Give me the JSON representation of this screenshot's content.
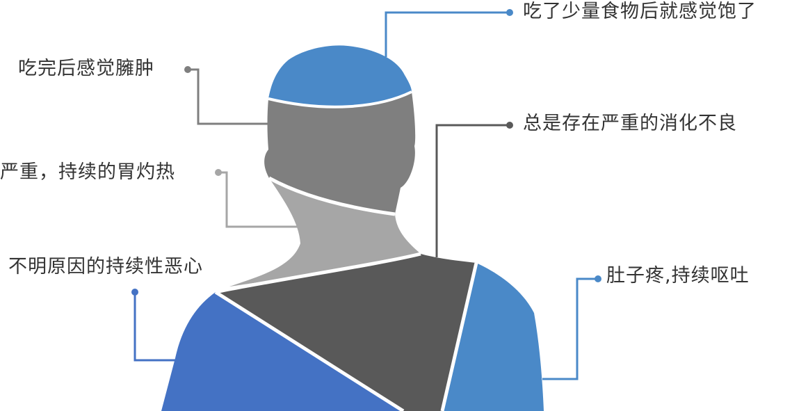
{
  "colors": {
    "cap": "#4a89c8",
    "head": "#7f7f7f",
    "neck": "#a6a6a6",
    "back": "#595959",
    "left_shoulder": "#4472c4",
    "right_shoulder": "#4a89c8",
    "separator": "#ffffff",
    "leader_blue": "#4a89c8",
    "leader_gray": "#7f7f7f",
    "leader_light": "#a6a6a6",
    "leader_dark": "#595959",
    "leader_royal": "#4472c4"
  },
  "callouts": {
    "top_right": "吃了少量食物后就感觉饱了",
    "left_1": "吃完后感觉臃肿",
    "right_2": "总是存在严重的消化不良",
    "left_2": "严重，持续的胃灼热",
    "left_3": "不明原因的持续性恶心",
    "right_3": "肚子疼,持续呕吐"
  }
}
